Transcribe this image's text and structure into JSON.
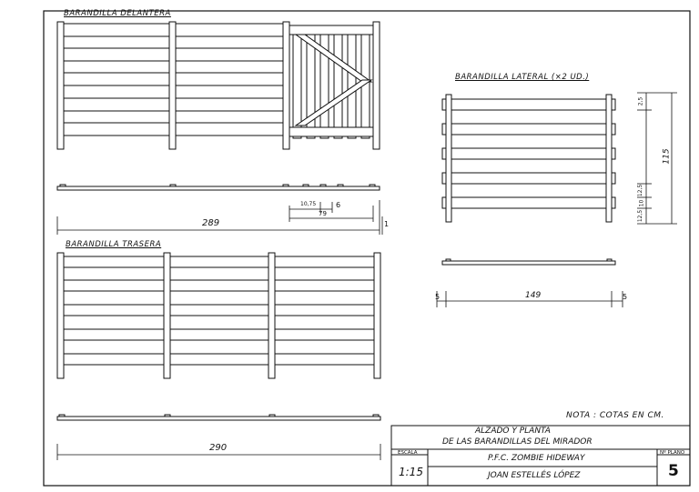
{
  "titles": {
    "front": "BARANDILLA DELANTERA",
    "side": "BARANDILLA LATERAL  (×2 UD.)",
    "back": "BARANDILLA TRASERA"
  },
  "dims": {
    "front_total": "289",
    "front_end": "1",
    "front_a": "10,75",
    "front_b": "6",
    "front_c": "79",
    "side_h_total": "115",
    "side_top": "2,5",
    "side_r1": "12,5",
    "side_r2": "10",
    "side_r3": "12,5",
    "side_width": "149",
    "side_left": "5",
    "side_right": "5",
    "back_total": "290"
  },
  "note": "NOTA : COTAS EN CM.",
  "titleblock": {
    "line1": "ALZADO  Y  PLANTA",
    "line2": "DE LAS BARANDILLAS DEL MIRADOR",
    "escala_label": "ESCALA",
    "escala_value": "1:15",
    "project": "P.F.C.  ZOMBIE  HIDEWAY",
    "author": "JOAN ESTELLÉS LÓPEZ",
    "plano_label": "Nº PLANO",
    "plano_value": "5"
  }
}
